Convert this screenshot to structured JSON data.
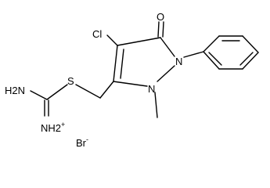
{
  "structure": {
    "atoms": {
      "oxygen": "O",
      "chlorine": "Cl",
      "nitrogen_phenyl": "N",
      "nitrogen_methyl": "N",
      "sulfur": "S",
      "amine_nh2": "H2N",
      "imine_nh2": "NH2",
      "imine_charge": "+",
      "bromine": "Br",
      "bromide_charge": "-"
    }
  }
}
